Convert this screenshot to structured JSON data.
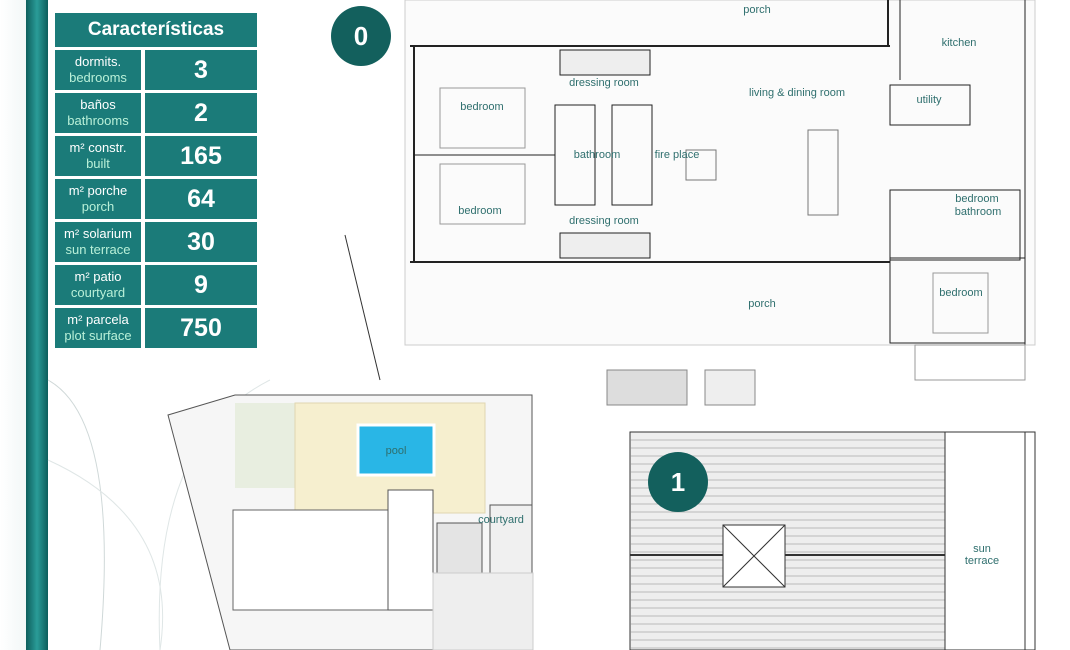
{
  "table": {
    "title": "Características",
    "rows": [
      {
        "es": "dormits.",
        "en": "bedrooms",
        "value": "3"
      },
      {
        "es": "baños",
        "en": "bathrooms",
        "value": "2"
      },
      {
        "es": "m² constr.",
        "en": "built",
        "value": "165"
      },
      {
        "es": "m² porche",
        "en": "porch",
        "value": "64"
      },
      {
        "es": "m² solarium",
        "en": "sun terrace",
        "value": "30"
      },
      {
        "es": "m² patio",
        "en": "courtyard",
        "value": "9"
      },
      {
        "es": "m² parcela",
        "en": "plot surface",
        "value": "750"
      }
    ]
  },
  "ground_floor": {
    "number": "0",
    "rooms": {
      "porch_top": "porch",
      "kitchen": "kitchen",
      "dressing_top": "dressing room",
      "living": "living & dining room",
      "utility": "utility",
      "bedroom_1": "bedroom",
      "bathroom_main": "bathroom",
      "fireplace": "fire place",
      "bedroom_2": "bedroom",
      "dressing_bottom": "dressing room",
      "bedroom_3": "bedroom",
      "bathroom_2": "bathroom",
      "porch_bottom": "porch",
      "bedroom_4": "bedroom"
    }
  },
  "site_plan": {
    "pool": "pool",
    "courtyard": "courtyard"
  },
  "first_floor": {
    "number": "1",
    "sun_terrace": "sun terrace"
  },
  "colors": {
    "teal": "#1b7b79",
    "pool": "#29b6e6",
    "label": "#2f6f6e"
  }
}
